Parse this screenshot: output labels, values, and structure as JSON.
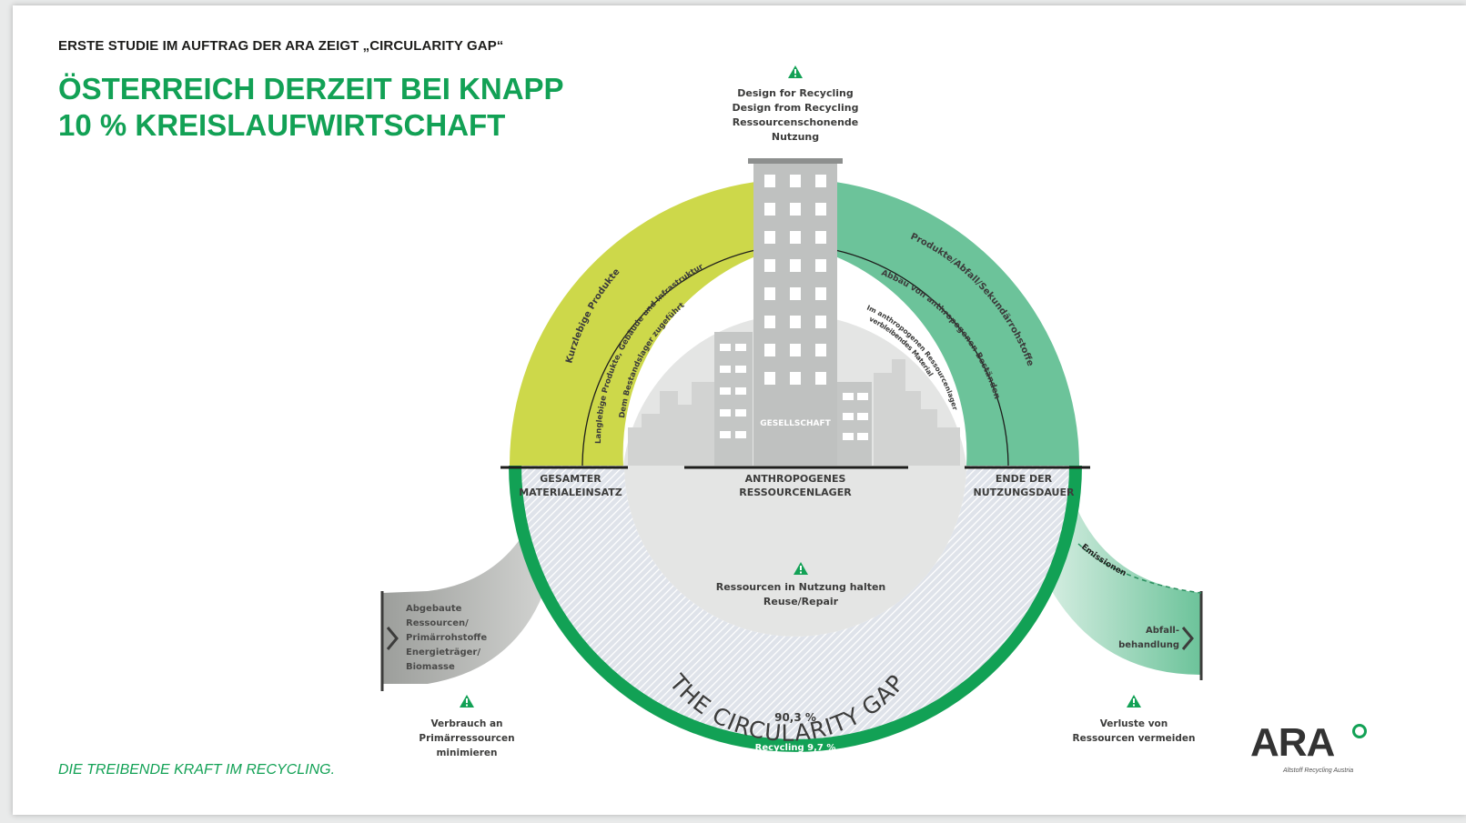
{
  "header": {
    "kicker": "ERSTE STUDIE IM AUFTRAG DER ARA ZEIGT „CIRCULARITY GAP“",
    "title_line1": "ÖSTERREICH DERZEIT BEI KNAPP",
    "title_line2": "10 % KREISLAUFWIRTSCHAFT"
  },
  "top_note": {
    "lines": [
      "Design for Recycling",
      "Design from Recycling",
      "Ressourcenschonende",
      "Nutzung"
    ]
  },
  "arc_labels": {
    "left_outer": "Kurzlebige Produkte",
    "left_inner1": "Langlebige Produkte, Gebäude und Infrastruktur",
    "left_inner2": "Dem Bestandslager zugeführt",
    "right_outer": "Produkte/Abfall/Sekundärrohstoffe",
    "right_inner1": "Abbau von anthropogenen Beständen",
    "right_inner2": "Im anthropogenen Ressourcenlager",
    "right_inner3": "verbleibendes Material"
  },
  "building": {
    "label": "GESELLSCHAFT"
  },
  "platforms": {
    "left_line1": "GESAMTER",
    "left_line2": "MATERIALEINSATZ",
    "center_line1": "ANTHROPOGENES",
    "center_line2": "RESSOURCENLAGER",
    "right_line1": "ENDE DER",
    "right_line2": "NUTZUNGSDAUER"
  },
  "center_note": {
    "line1": "Ressourcen in Nutzung halten",
    "line2": "Reuse/Repair"
  },
  "gap": {
    "title": "THE CIRCULARITY GAP",
    "value": "90,3 %",
    "recycling": "Recycling 9,7 %"
  },
  "left_input": {
    "lines": [
      "Abgebaute",
      "Ressourcen/",
      "Primärrohstoffe",
      "Energieträger/",
      "Biomasse"
    ]
  },
  "right_output": {
    "lines": [
      "Abfall-",
      "behandlung"
    ],
    "flow_label": "Emissionen"
  },
  "notes": {
    "left": [
      "Verbrauch an",
      "Primärressourcen",
      "minimieren"
    ],
    "right": [
      "Verluste von",
      "Ressourcen vermeiden"
    ]
  },
  "footer": {
    "tagline": "DIE TREIBENDE KRAFT IM RECYCLING."
  },
  "logo": {
    "text": "ARA",
    "subtitle": "Altstoff Recycling Austria"
  },
  "colors": {
    "brand_green": "#12a155",
    "lime": "#cdd84a",
    "mint": "#6cc39a",
    "grey_building": "#bfc1c0",
    "gap_band": "#dde1e8"
  }
}
